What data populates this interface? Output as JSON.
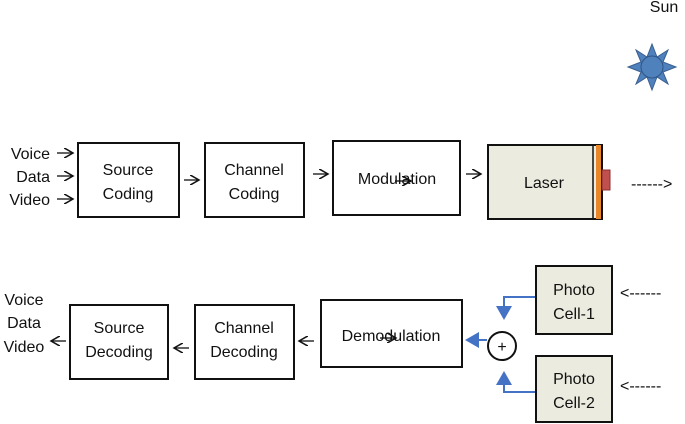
{
  "sun": {
    "label": "Sun",
    "color": "#4f81bd"
  },
  "transmitter": {
    "inputs": [
      "Voice",
      "Data",
      "Video"
    ],
    "source_coding": [
      "Source",
      "Coding"
    ],
    "channel_coding": [
      "Channel",
      "Coding"
    ],
    "modulation": "Modulation",
    "laser": "Laser",
    "output_arrow": "------>"
  },
  "receiver": {
    "outputs": [
      "Voice",
      "Data",
      "Video"
    ],
    "source_decoding": [
      "Source",
      "Decoding"
    ],
    "channel_decoding": [
      "Channel",
      "Decoding"
    ],
    "demodulation": "Demodulation",
    "combiner": "+",
    "photo_cell_1": [
      "Photo",
      "Cell-1"
    ],
    "photo_cell_2": [
      "Photo",
      "Cell-2"
    ],
    "input_arrow_1": "<------",
    "input_arrow_2": "<------"
  },
  "colors": {
    "laser_fill": "#ecebdf",
    "laser_stripe": "#e8862a",
    "laser_tip": "#c0504d",
    "link_blue": "#4472c4"
  }
}
